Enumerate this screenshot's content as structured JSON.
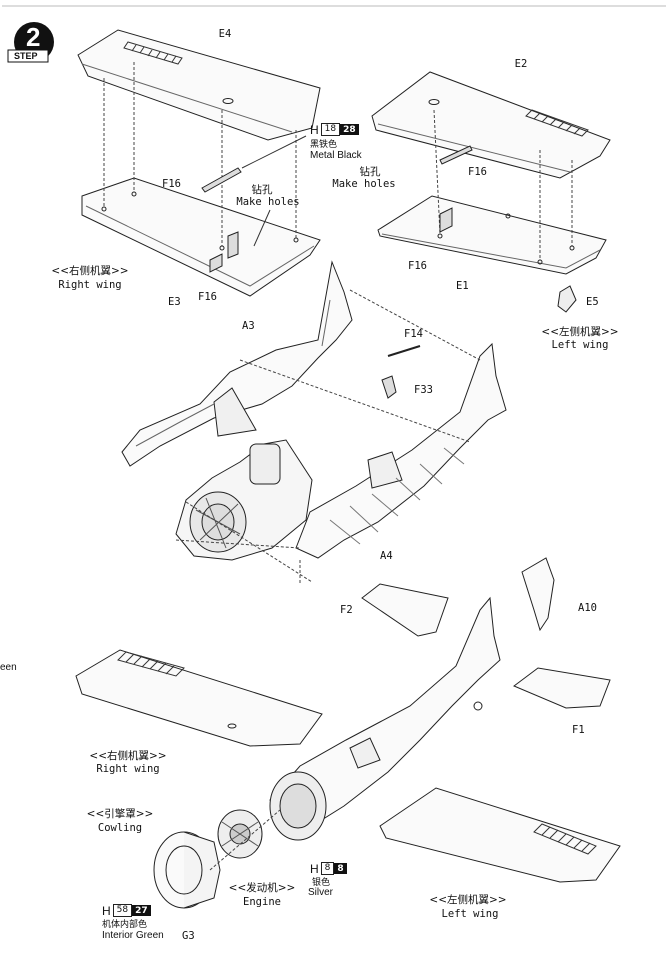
{
  "step": {
    "number": "2",
    "label": "STEP"
  },
  "parts": {
    "e4": "E4",
    "e2": "E2",
    "f16a": "F16",
    "f16b": "F16",
    "f16c": "F16",
    "f16d": "F16",
    "e3": "E3",
    "e1": "E1",
    "e5": "E5",
    "a3": "A3",
    "a4": "A4",
    "f14": "F14",
    "f33": "F33",
    "f2": "F2",
    "a10": "A10",
    "f1": "F1",
    "g3": "G3"
  },
  "notes": {
    "make_holes_cn_1": "钻孔",
    "make_holes_en_1": "Make holes",
    "make_holes_cn_2": "钻孔",
    "make_holes_en_2": "Make holes"
  },
  "subassemblies": {
    "right_wing_cn_1": "<<右侧机翼>>",
    "right_wing_en_1": "Right wing",
    "left_wing_cn_1": "<<左侧机翼>>",
    "left_wing_en_1": "Left wing",
    "right_wing_cn_2": "<<右侧机翼>>",
    "right_wing_en_2": "Right wing",
    "left_wing_cn_2": "<<左侧机翼>>",
    "left_wing_en_2": "Left wing",
    "cowling_cn": "<<引擎罩>>",
    "cowling_en": "Cowling",
    "engine_cn": "<<发动机>>",
    "engine_en": "Engine"
  },
  "paints": {
    "metal_black": {
      "code": "H",
      "num": "18",
      "mr": "28",
      "cn": "黑铁色",
      "en": "Metal Black"
    },
    "silver": {
      "code": "H",
      "num": "8",
      "mr": "8",
      "cn": "银色",
      "en": "Silver"
    },
    "interior_green": {
      "code": "H",
      "num": "58",
      "mr": "27",
      "cn": "机体内部色",
      "en": "Interior Green"
    }
  },
  "edge_fragment": "een"
}
